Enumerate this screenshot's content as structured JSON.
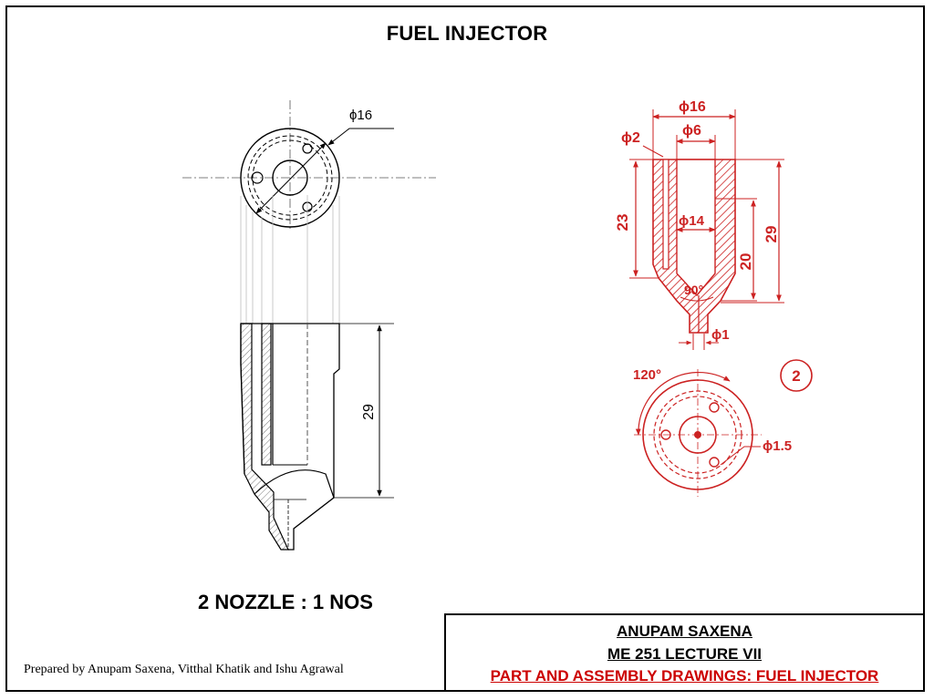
{
  "page": {
    "title": "FUEL INJECTOR",
    "caption": "2 NOZZLE :  1 NOS",
    "prepared_by": "Prepared by Anupam Saxena, Vitthal Khatik and Ishu Agrawal"
  },
  "title_block": {
    "author": "ANUPAM SAXENA",
    "course": "ME 251 LECTURE VII",
    "subject": "PART AND ASSEMBLY DRAWINGS: FUEL INJECTOR",
    "subject_color": "#cc0000"
  },
  "left_drawing": {
    "dim_diameter": "ϕ16",
    "dim_height": "29"
  },
  "reference_drawing": {
    "color": "#cc2222",
    "labels": {
      "d16": "ϕ16",
      "d6": "ϕ6",
      "d2": "ϕ2",
      "d14": "ϕ14",
      "h23": "23",
      "h29": "29",
      "h20": "20",
      "angle90": "90°",
      "d1": "ϕ1",
      "angle120": "120°",
      "part_no": "2",
      "d15": "ϕ1.5"
    }
  }
}
